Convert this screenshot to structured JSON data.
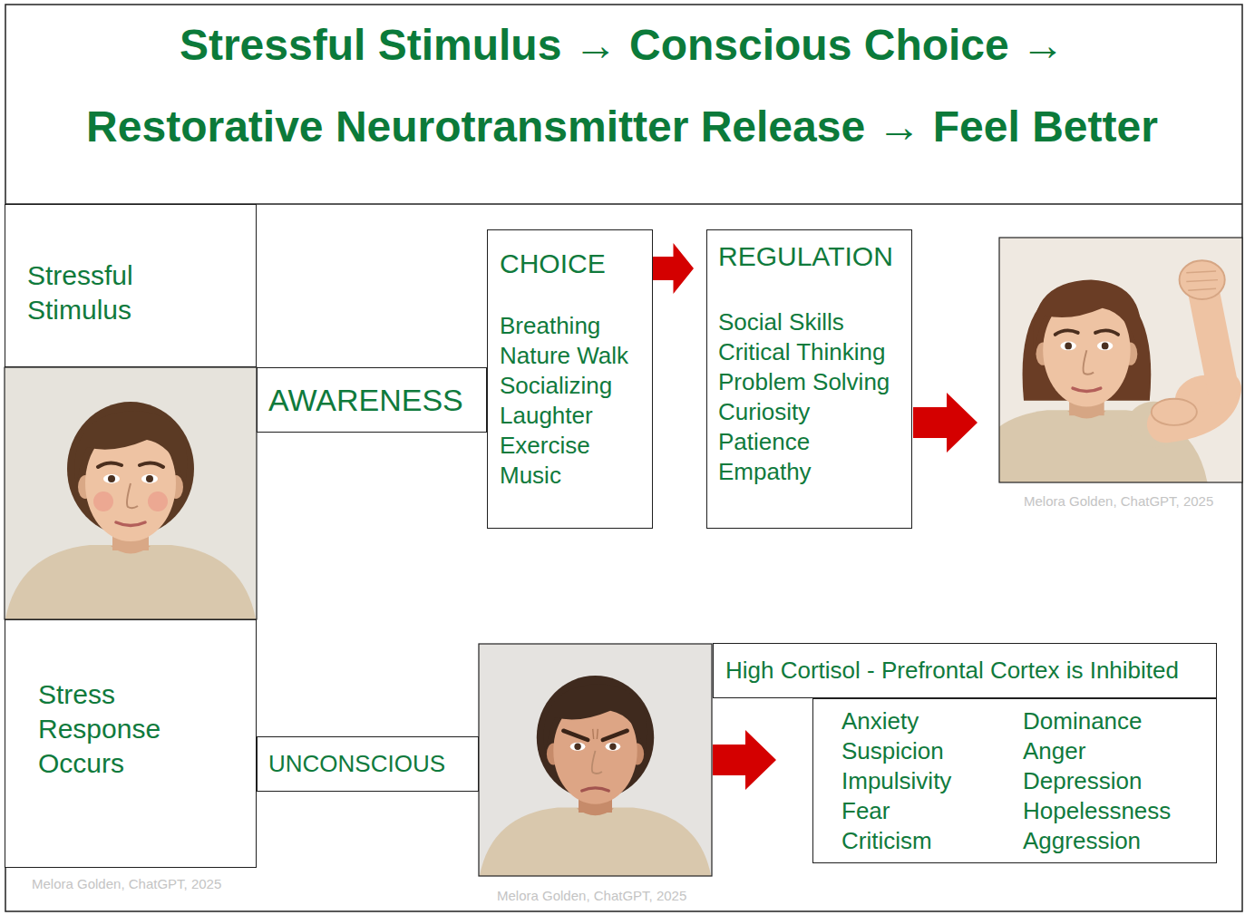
{
  "diagram": {
    "title": "Stressful Stimulus → Conscious Choice → Restorative Neurotransmitter Release → Feel Better",
    "nodes": [
      {
        "text": [
          "Stressful Stimulus"
        ]
      },
      {
        "text": [
          "AWARENESS"
        ]
      },
      {
        "text": [
          "CHOICE",
          "Breathing",
          "Nature Walk",
          "Socializing",
          "Laughter",
          "Exercise",
          "Music"
        ]
      },
      {
        "text": [
          "REGULATION",
          "Social Skills",
          "Critical Thinking",
          "Problem Solving",
          "Curiosity",
          "Patience",
          "Empathy"
        ]
      },
      {
        "text": [
          "Stress Response Occurs"
        ]
      },
      {
        "text": [
          "UNCONSCIOUS"
        ]
      },
      {
        "text": [
          "High Cortisol - Prefrontal Cortex is Inhibited"
        ]
      },
      {
        "text": [
          "Anxiety",
          "Suspicion",
          "Impulsivity",
          "Fear",
          "Criticism",
          "Dominance",
          "Anger",
          "Depression",
          "Hopelessness",
          "Aggression"
        ]
      }
    ],
    "edges": [
      {
        "from": 2,
        "to": 3,
        "arrow": "to"
      }
    ],
    "labels": [
      "Melora Golden, ChatGPT, 2025",
      "Melora Golden, ChatGPT, 2025",
      "Melora Golden, ChatGPT, 2025"
    ]
  }
}
